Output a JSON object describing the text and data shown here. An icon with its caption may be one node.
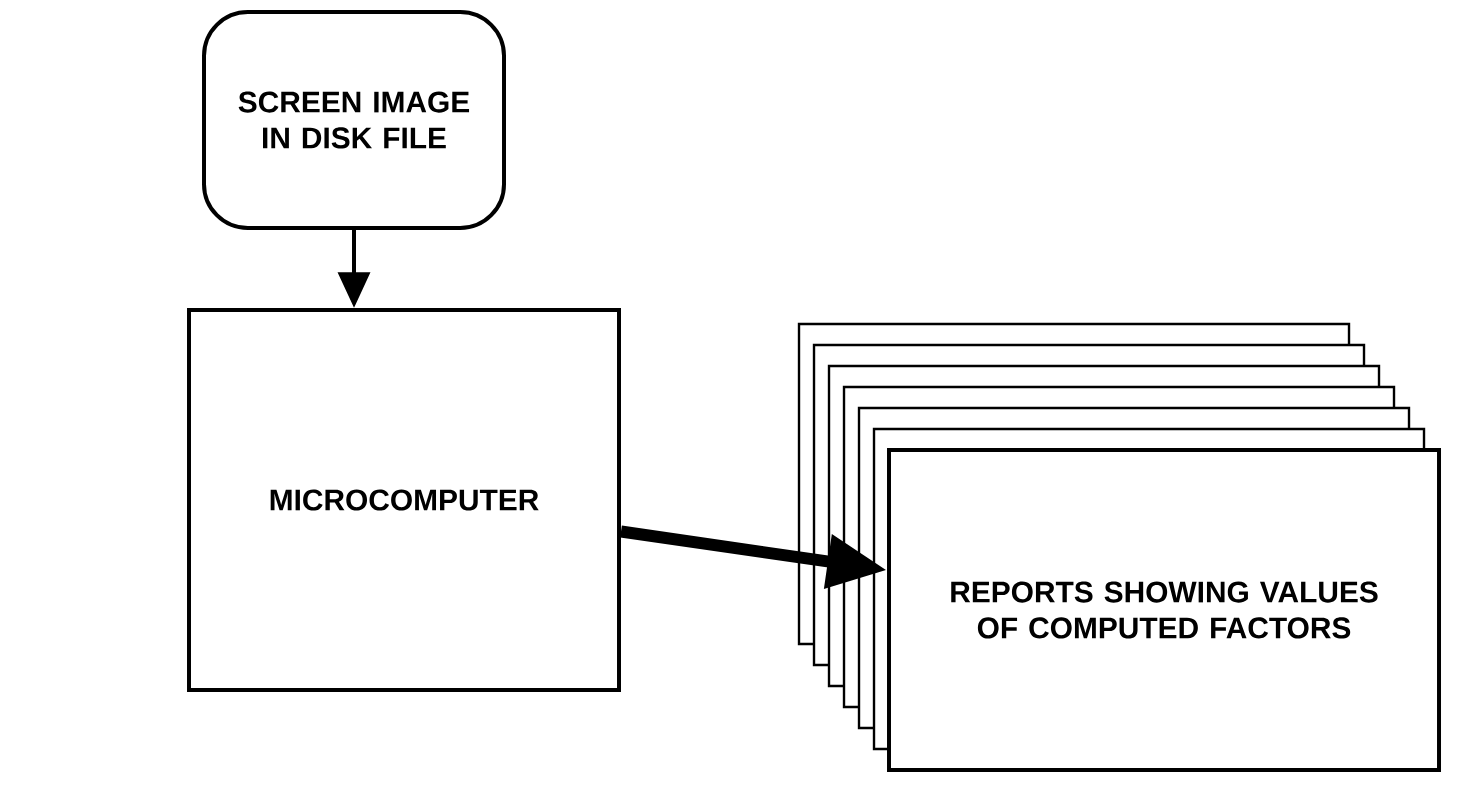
{
  "diagram": {
    "nodes": [
      {
        "text": [
          "SCREEN IMAGE IN DISK FILE"
        ]
      },
      {
        "text": [
          "MICROCOMPUTER"
        ]
      },
      {
        "text": [
          "REPORTS SHOWING VALUES OF COMPUTED FACTORS"
        ]
      }
    ],
    "edges": [
      {
        "from": 0,
        "to": 1,
        "arrow": "to"
      },
      {
        "from": 1,
        "to": 2,
        "arrow": "to",
        "style": "thick"
      }
    ]
  }
}
